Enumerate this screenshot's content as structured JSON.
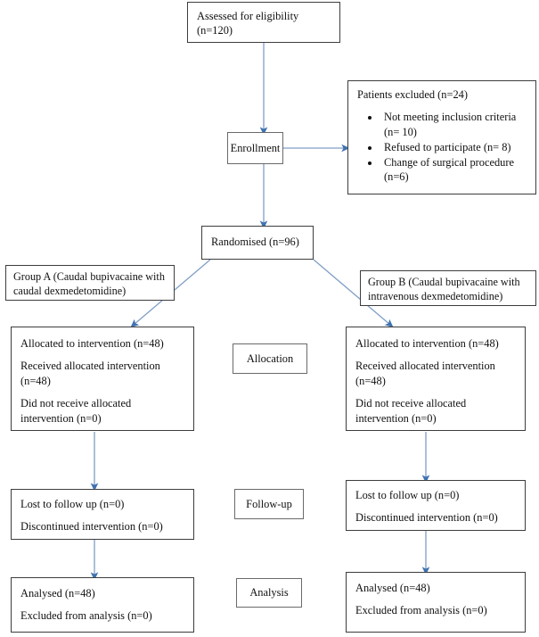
{
  "diagram": {
    "title": "CONSORT participant flow diagram",
    "colors": {
      "box_border": "#3d3d3d",
      "label_border": "#6a6a6a",
      "connector_line": "#7f9fc6",
      "arrow_head": "#3f72b0",
      "background": "#ffffff",
      "text": "#101010"
    }
  },
  "nodes": {
    "assessed": {
      "line1": "Assessed for eligibility",
      "line2": "(n=120)"
    },
    "enrollment_label": "Enrollment",
    "excluded": {
      "heading": "Patients excluded (n=24)",
      "items": [
        "Not meeting inclusion criteria (n= 10)",
        "Refused to participate (n= 8)",
        "Change of surgical procedure (n=6)"
      ]
    },
    "randomised": "Randomised (n=96)",
    "group_a_tag": "Group A (Caudal bupivacaine with caudal dexmedetomidine)",
    "group_b_tag": "Group B (Caudal bupivacaine with intravenous dexmedetomidine)",
    "allocation_label": "Allocation",
    "followup_label": "Follow-up",
    "analysis_label": "Analysis",
    "allocation_left": {
      "line1": "Allocated to intervention (n=48)",
      "line2": "Received allocated intervention (n=48)",
      "line3": "Did not receive allocated intervention (n=0)"
    },
    "allocation_right": {
      "line1": "Allocated to intervention (n=48)",
      "line2": "Received allocated intervention (n=48)",
      "line3": "Did not receive allocated intervention (n=0)"
    },
    "followup_left": {
      "line1": "Lost to follow up (n=0)",
      "line2": "Discontinued intervention (n=0)"
    },
    "followup_right": {
      "line1": "Lost to follow up (n=0)",
      "line2": "Discontinued intervention (n=0)"
    },
    "analysis_left": {
      "line1": "Analysed (n=48)",
      "line2": "Excluded from analysis (n=0)"
    },
    "analysis_right": {
      "line1": "Analysed (n=48)",
      "line2": "Excluded from analysis (n=0)"
    }
  }
}
